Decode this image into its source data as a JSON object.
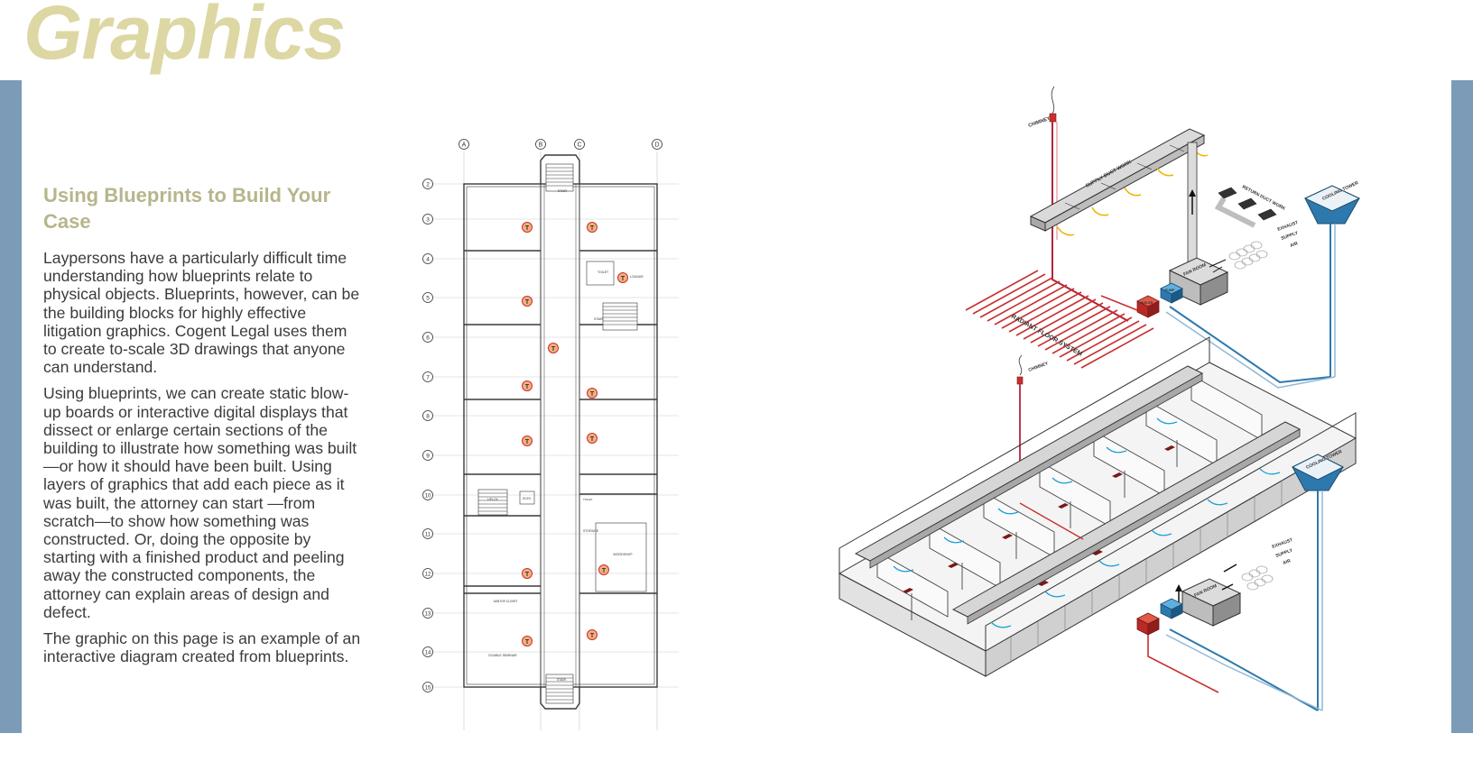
{
  "page": {
    "title": "Graphics",
    "colors": {
      "title": "#ddd7a3",
      "heading": "#b7b58c",
      "side_bar": "#7b9bb6",
      "radiant_red": "#c8302f",
      "cooling_blue": "#2d79ad",
      "room_arrow": "#1aa0d8"
    }
  },
  "article": {
    "heading": "Using Blueprints to Build Your Case",
    "paragraphs": [
      "Laypersons have a particularly difficult time understanding how blueprints relate to physical objects. Blueprints, however, can be the building blocks for highly effective litigation graphics. Cogent Legal uses them to create to-scale 3D drawings that anyone can understand.",
      "Using blueprints, we can create static blow-up boards or interactive digital displays that dissect or enlarge certain sections of the building to illustrate how something was built—or how it should have been built. Using layers of graphics that add each piece as it was built, the attorney can start —from scratch—to show how something was constructed. Or, doing the opposite by starting with a finished product and peeling away the constructed components, the attorney can explain areas of design and defect.",
      "The graphic on this page is an example of an interactive diagram created from blueprints."
    ]
  },
  "floorplan": {
    "column_grid": [
      "A",
      "B",
      "C",
      "D"
    ],
    "row_grid": [
      "2",
      "3",
      "4",
      "5",
      "6",
      "7",
      "8",
      "9",
      "10",
      "11",
      "12",
      "13",
      "14",
      "15"
    ],
    "thermostat_symbol": "T",
    "room_labels": {
      "stair_top": "STAIR",
      "stair_mid": "STAIR",
      "stair_bottom": "STAIR",
      "toilet": "TOILET",
      "lounge": "LOUNGE",
      "upper_left": "UPLCK",
      "elev": "ELEV.",
      "toilet_2": "TOILET",
      "storage": "STORAGE",
      "woodshop": "WOODSHOP",
      "janitor_closet": "JANITOR CLOSET",
      "double_seminar": "DOUBLE SEMINAR"
    }
  },
  "isometric": {
    "upper_labels": {
      "chimney": "CHIMNEY",
      "supply_duct": "SUPPLY DUCT WORK",
      "return_duct": "RETURN DUCT WORK",
      "cooling_tower": "COOLING TOWER",
      "exhaust": "EXHAUST",
      "supply": "SUPPLY",
      "air": "AIR",
      "fan_room": "FAN ROOM",
      "boiler": "BOILER",
      "pump": "PUMP",
      "radiant_floor": "RADIANT FLOOR SYSTEM"
    },
    "lower_labels": {
      "chimney": "CHIMNEY",
      "cooling_tower": "COOLING TOWER",
      "exhaust": "EXHAUST",
      "supply": "SUPPLY",
      "air": "AIR",
      "fan_room": "FAN ROOM"
    }
  }
}
